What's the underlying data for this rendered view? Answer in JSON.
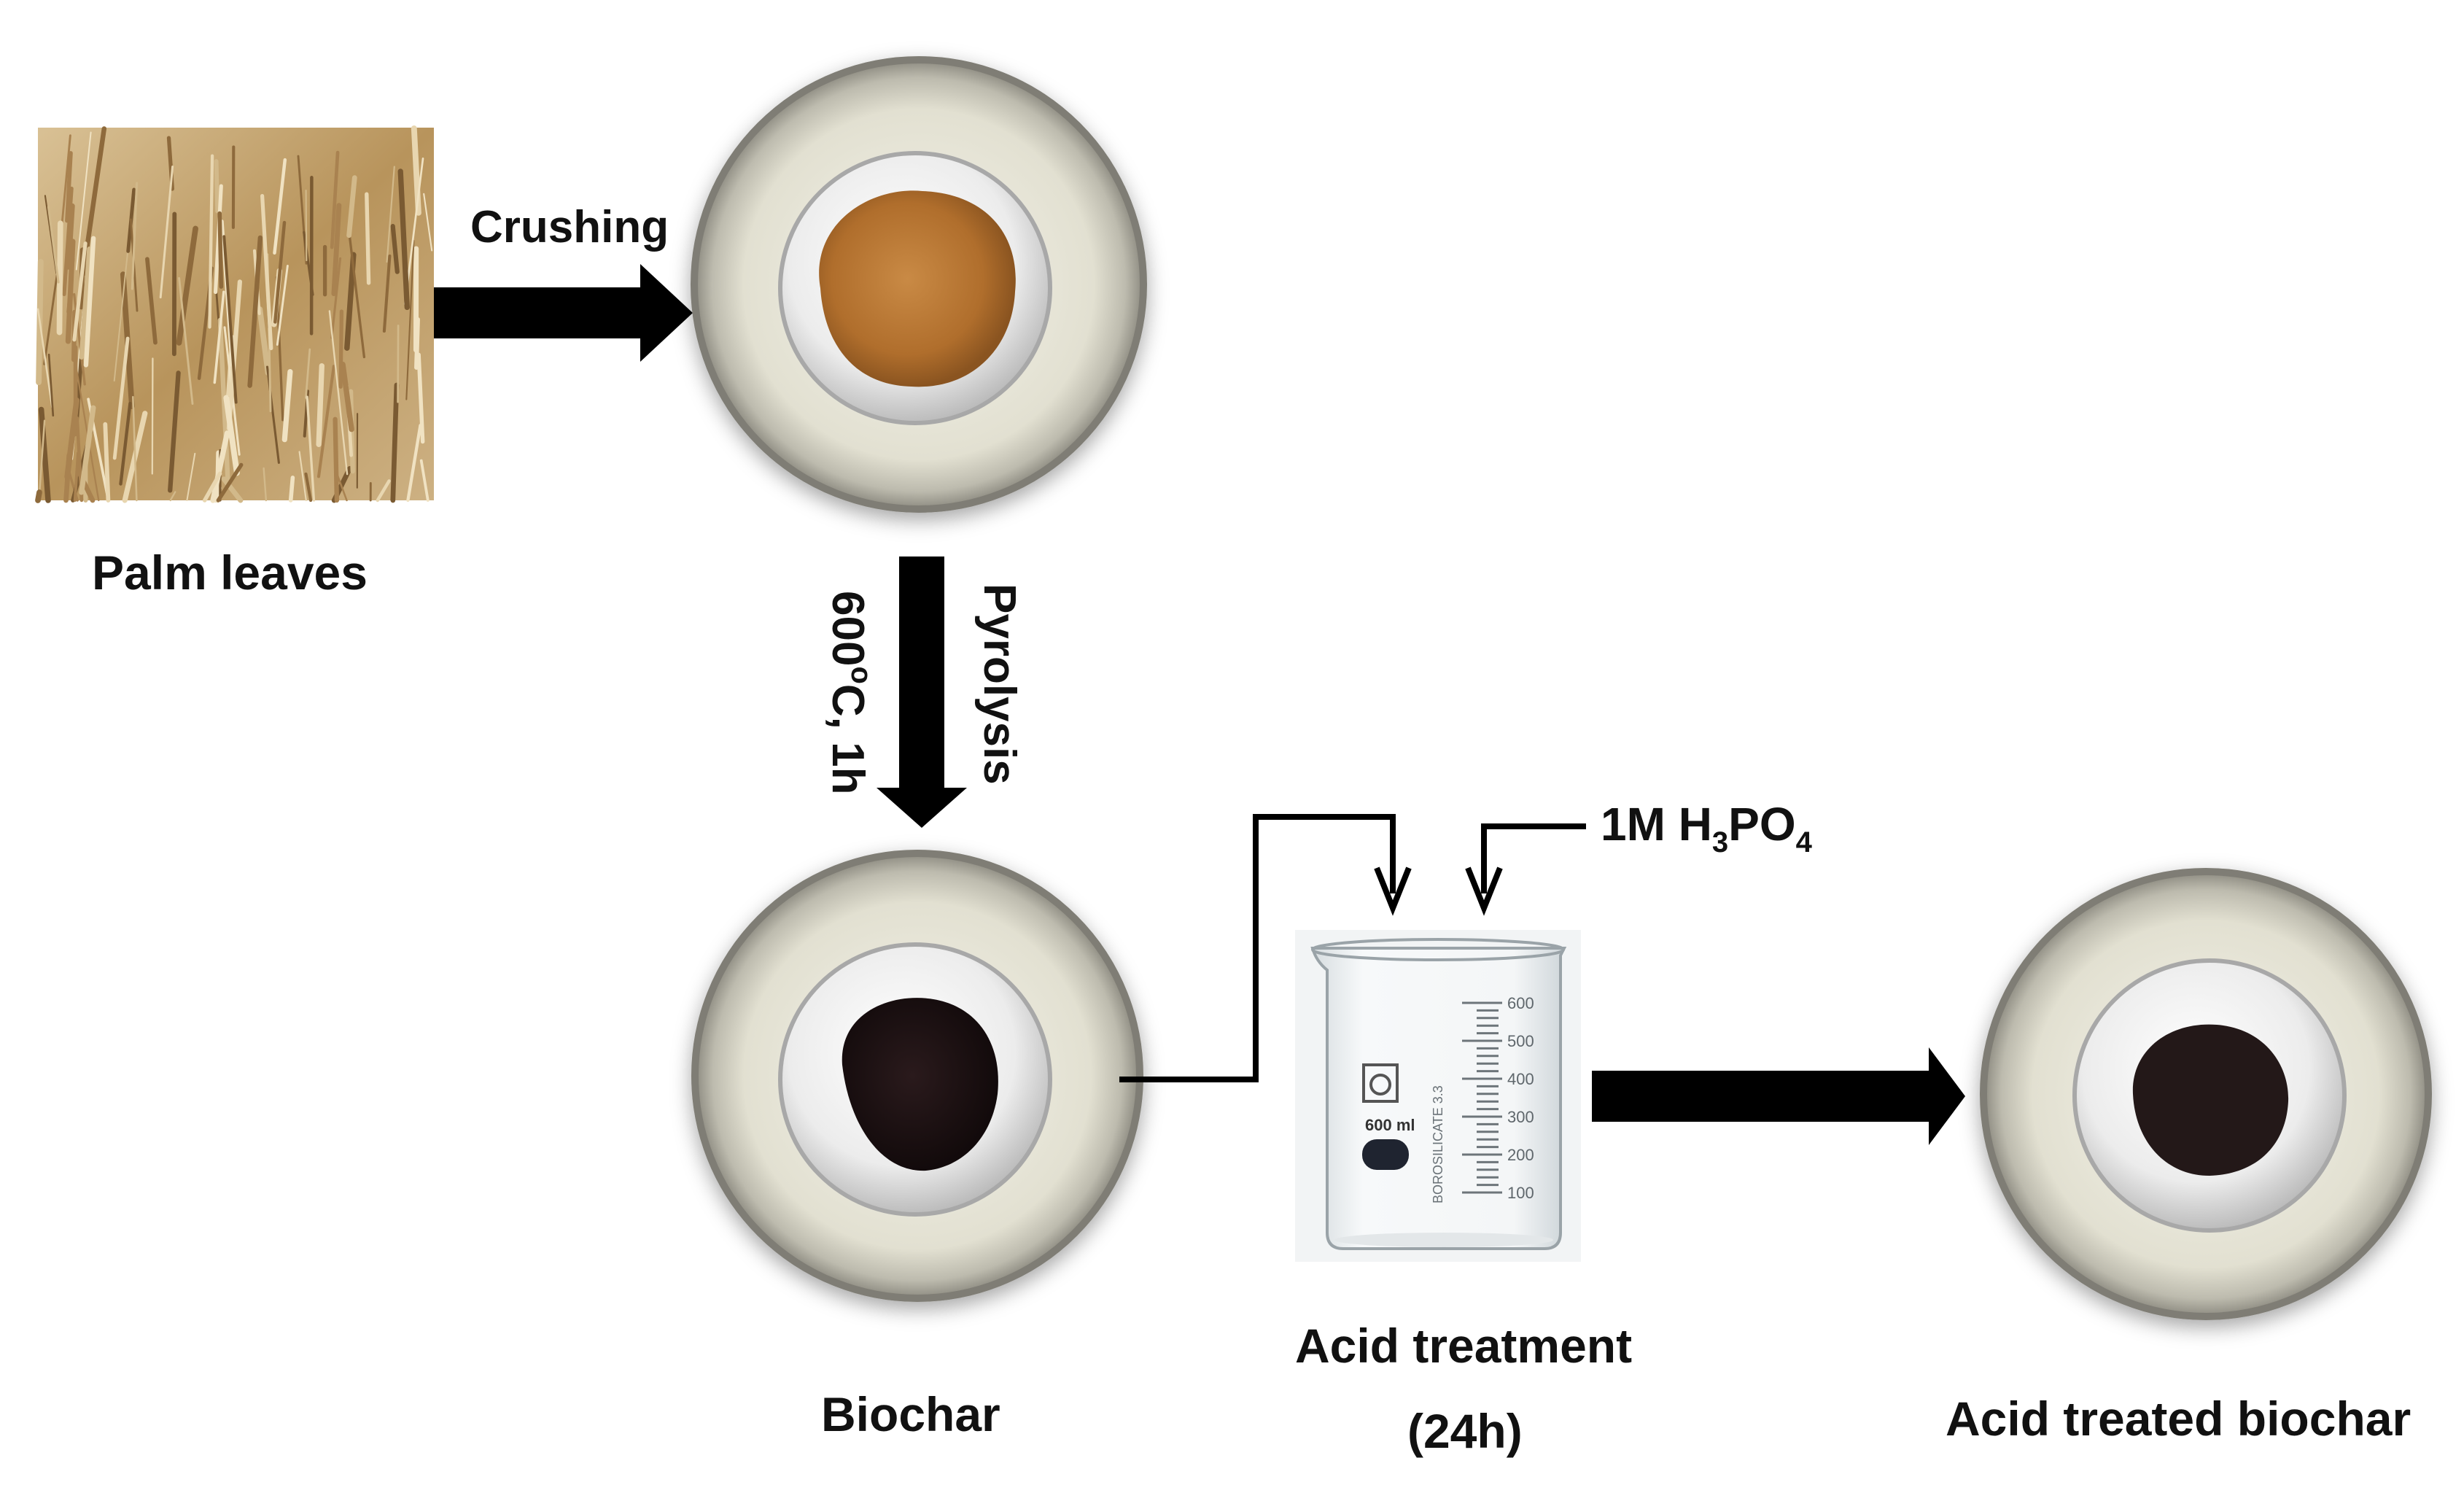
{
  "colors": {
    "arrow": "#000000",
    "dish_rim": "#e4e2d4",
    "dish_inner": "#f1f1f1",
    "raw_powder": "#b5732e",
    "biochar_powder": "#1b0f10",
    "acid_biochar_powder": "#201717",
    "leaves": "#c8ab78"
  },
  "labels": {
    "crushing": "Crushing",
    "palm_leaves": "Palm leaves",
    "pyrolysis": "Pyrolysis",
    "temperature_prefix": "600",
    "temperature_degree": "o",
    "temperature_suffix": "C, 1h",
    "reagent_main": "1M H",
    "reagent_sub1": "3",
    "reagent_mid": "PO",
    "reagent_sub2": "4",
    "biochar": "Biochar",
    "acid_treatment_line1": "Acid treatment",
    "acid_treatment_line2": "(24h)",
    "acid_treated_biochar": "Acid treated biochar"
  },
  "beaker": {
    "volume_label": "600 ml",
    "brand_text": "BOROSILICATE 3.3",
    "scale_marks": [
      "600",
      "500",
      "400",
      "300",
      "200",
      "100"
    ]
  },
  "icons": [
    "palm-leaves-photo",
    "petri-dish-icon",
    "beaker-icon",
    "arrow-icon"
  ]
}
